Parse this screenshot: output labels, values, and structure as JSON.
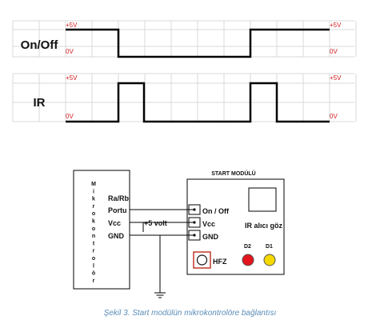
{
  "timing": {
    "signals": [
      {
        "name": "On/Off",
        "high_label": "+5V",
        "low_label": "0V",
        "right_high_label": "+5V",
        "right_low_label": "0V"
      },
      {
        "name": "IR",
        "high_label": "+5V",
        "low_label": "0V",
        "right_high_label": "+5V",
        "right_low_label": "0V"
      }
    ]
  },
  "circuit": {
    "mcu_vertical_label": [
      "M",
      "i",
      "k",
      "r",
      "o",
      "k",
      "o",
      "n",
      "t",
      "r",
      "o",
      "l",
      "ö",
      "r"
    ],
    "mcu_pins": [
      "Ra/Rb",
      "Portu",
      "Vcc",
      "GND"
    ],
    "supply_label": "+5 volt",
    "module_title": "START MODÜLÜ",
    "module_pins": [
      "On / Off",
      "Vcc",
      "GND"
    ],
    "ir_label": "IR alıcı göz",
    "hfz_label": "HFZ",
    "led_labels": [
      "D2",
      "D1"
    ],
    "colors": {
      "led_red": "#e3141b",
      "led_yellow": "#f5d800",
      "hfz_border": "#c0392b",
      "volt_text": "#d21f1f"
    }
  },
  "caption": "Şekil 3. Start modülün mikrokontrolöre bağlantısı"
}
